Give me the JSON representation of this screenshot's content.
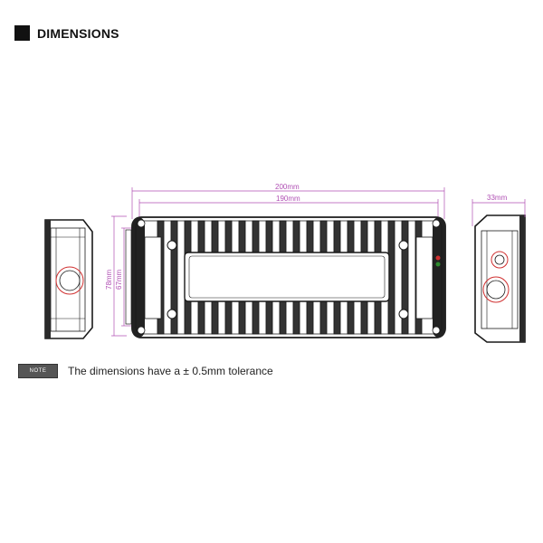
{
  "header": {
    "title": "DIMENSIONS"
  },
  "dimensions": {
    "length_outer": "200mm",
    "length_inner": "190mm",
    "height_outer": "78mm",
    "height_inner": "67mm",
    "depth": "33mm"
  },
  "note": {
    "badge": "NOTE",
    "text": "The dimensions have a ± 0.5mm tolerance"
  },
  "colors": {
    "dimension_line": "#b04fb4",
    "outline": "#1a1a1a",
    "accent_red": "#d03030",
    "accent_green": "#2e8b2e"
  }
}
